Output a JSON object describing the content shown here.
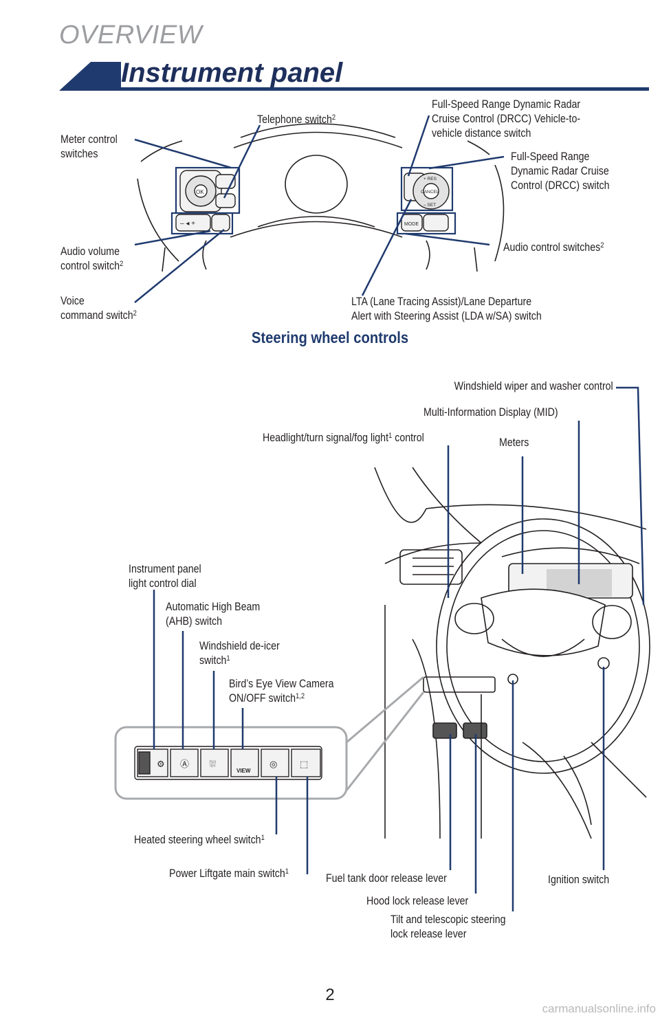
{
  "section": "OVERVIEW",
  "title": "Instrument panel",
  "steering": {
    "heading": "Steering wheel controls",
    "meter_control": [
      "Meter control",
      "switches"
    ],
    "telephone": "Telephone switch",
    "telephone_sup": "2",
    "drcc_distance": [
      "Full-Speed Range Dynamic Radar",
      "Cruise Control (DRCC) Vehicle-to-",
      "vehicle distance switch"
    ],
    "drcc_switch": [
      "Full-Speed Range",
      "Dynamic Radar Cruise",
      "Control (DRCC) switch"
    ],
    "audio_volume": [
      "Audio volume",
      "control switch"
    ],
    "audio_volume_sup": "2",
    "audio_control": "Audio control switches",
    "audio_control_sup": "2",
    "voice": [
      "Voice",
      "command switch"
    ],
    "voice_sup": "2",
    "lta": [
      "LTA (Lane Tracing Assist)/Lane Departure",
      "Alert with Steering Assist (LDA w/SA) switch"
    ],
    "button_labels": {
      "ok": "OK",
      "res": "+ RES",
      "cancel": "CANCEL",
      "set": "– SET",
      "mode": "MODE",
      "vol": "– ◂ +"
    }
  },
  "dash": {
    "wiper": "Windshield wiper and washer control",
    "mid": "Multi-Information Display (MID)",
    "headlight": "Headlight/turn signal/fog light",
    "headlight_sup": "1",
    "headlight_tail": " control",
    "meters": "Meters",
    "instrument_dial": [
      "Instrument panel",
      "light control dial"
    ],
    "ahb": [
      "Automatic High Beam",
      "(AHB) switch"
    ],
    "deicer": [
      "Windshield de-icer",
      "switch"
    ],
    "deicer_sup": "1",
    "birdseye": [
      "Bird’s Eye View Camera",
      "ON/OFF switch"
    ],
    "birdseye_sup": "1,2",
    "heated_wheel": "Heated steering wheel switch",
    "heated_wheel_sup": "1",
    "liftgate": "Power Liftgate main switch",
    "liftgate_sup": "1",
    "fuel": "Fuel tank door release lever",
    "hood": "Hood lock release lever",
    "tilt": [
      "Tilt and telescopic steering",
      "lock release lever"
    ],
    "ignition": "Ignition switch",
    "view_label": "VIEW"
  },
  "page_number": "2",
  "watermark": "carmanualsonline.info",
  "colors": {
    "accent": "#1f3a6e",
    "title": "#1e2f5c",
    "section": "#9b9da0"
  }
}
